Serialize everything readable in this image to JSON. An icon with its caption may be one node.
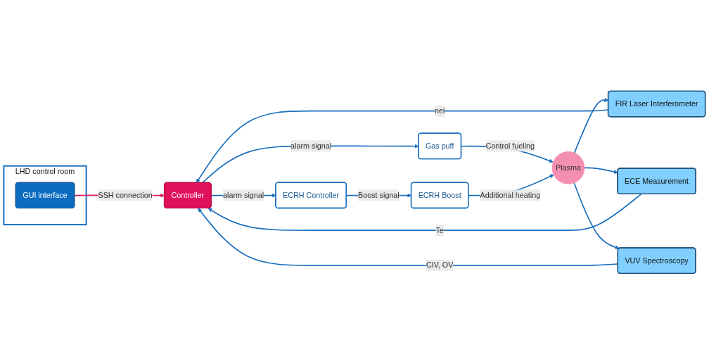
{
  "diagram": {
    "nodes": [
      {
        "text": [
          "LHD control room"
        ]
      },
      {
        "text": [
          "GUI interface"
        ],
        "in": 0
      },
      {
        "text": [
          "Plasma"
        ]
      },
      {
        "text": [
          "FIR Laser Interferometer"
        ]
      },
      {
        "text": [
          "ECE Measurement"
        ]
      },
      {
        "text": [
          "VUV Spectroscopy"
        ]
      },
      {
        "text": [
          "Controller"
        ]
      },
      {
        "text": [
          "ECRH Controller"
        ]
      },
      {
        "text": [
          "Gas puff"
        ]
      },
      {
        "text": [
          "ECRH Boost"
        ]
      }
    ],
    "edges": [
      {
        "from": 1,
        "to": 6,
        "arrow": "to",
        "label": "SSH connection",
        "color": "#d81b60"
      },
      {
        "from": 2,
        "to": 3,
        "arrow": "to"
      },
      {
        "from": 2,
        "to": 4,
        "arrow": "to"
      },
      {
        "from": 2,
        "to": 5,
        "arrow": "to"
      },
      {
        "from": 3,
        "to": 6,
        "arrow": "to",
        "label": "nel"
      },
      {
        "from": 4,
        "to": 6,
        "arrow": "to",
        "label": "Te"
      },
      {
        "from": 5,
        "to": 6,
        "arrow": "to",
        "label": "CIV, OV"
      },
      {
        "from": 6,
        "to": 7,
        "arrow": "to",
        "label": "alarm signal"
      },
      {
        "from": 6,
        "to": 8,
        "arrow": "to",
        "label": "alarm signal"
      },
      {
        "from": 7,
        "to": 9,
        "arrow": "to",
        "label": "Boost signal"
      },
      {
        "from": 8,
        "to": 2,
        "arrow": "to",
        "label": "Control fueling"
      },
      {
        "from": 9,
        "to": 2,
        "arrow": "to",
        "label": "Additional heating"
      }
    ]
  }
}
